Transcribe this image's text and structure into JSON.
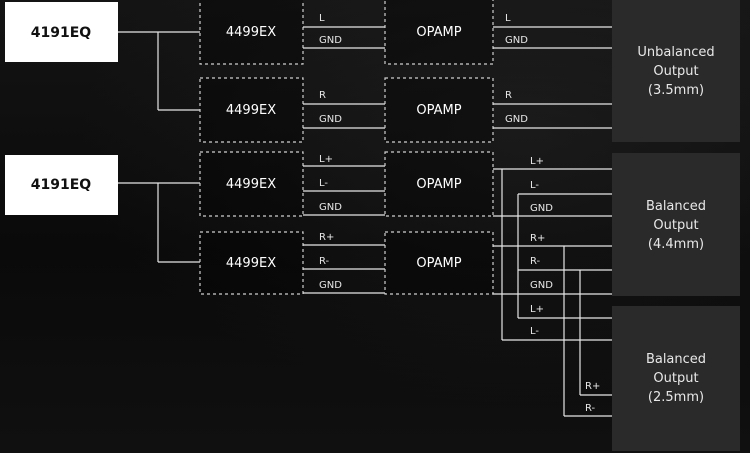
{
  "eq_chips": [
    "4191EQ",
    "4191EQ"
  ],
  "dac_chips": [
    "4499EX",
    "4499EX",
    "4499EX",
    "4499EX"
  ],
  "opamp_chips": [
    "OPAMP",
    "OPAMP",
    "OPAMP",
    "OPAMP"
  ],
  "channels": {
    "block1": [
      "L",
      "GND"
    ],
    "block2": [
      "R",
      "GND"
    ],
    "block3": [
      "L+",
      "L-",
      "GND"
    ],
    "block4": [
      "R+",
      "R-",
      "GND"
    ]
  },
  "output_lines": {
    "unbalanced": [
      "L",
      "GND",
      "R",
      "GND"
    ],
    "bal44": [
      "L+",
      "L-",
      "GND",
      "R+",
      "R-",
      "GND"
    ],
    "bal25_left": [
      "L+",
      "L-"
    ],
    "bal25_right": [
      "R+",
      "R-"
    ]
  },
  "outputs": {
    "unbalanced": [
      "Unbalanced",
      "Output",
      "(3.5mm)"
    ],
    "bal44": [
      "Balanced",
      "Output",
      "(4.4mm)"
    ],
    "bal25": [
      "Balanced",
      "Output",
      "(2.5mm)"
    ]
  },
  "colors": {
    "background": "#0b0b0b",
    "eq_box": "#ffffff",
    "output_box": "#2a2a2a",
    "line": "#e6e6e6"
  }
}
